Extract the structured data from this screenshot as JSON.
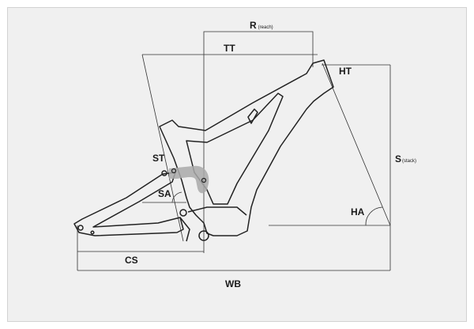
{
  "diagram": {
    "labels": {
      "reach": "R",
      "reach_sub": "(reach)",
      "top_tube": "TT",
      "head_tube": "HT",
      "seat_tube": "ST",
      "stack": "S",
      "stack_sub": "(stack)",
      "seat_angle": "SA",
      "head_angle": "HA",
      "chainstay": "CS",
      "wheelbase": "WB"
    },
    "colors": {
      "background": "#f0f0f0",
      "line": "#222222",
      "shock": "#a9a9a9"
    }
  }
}
